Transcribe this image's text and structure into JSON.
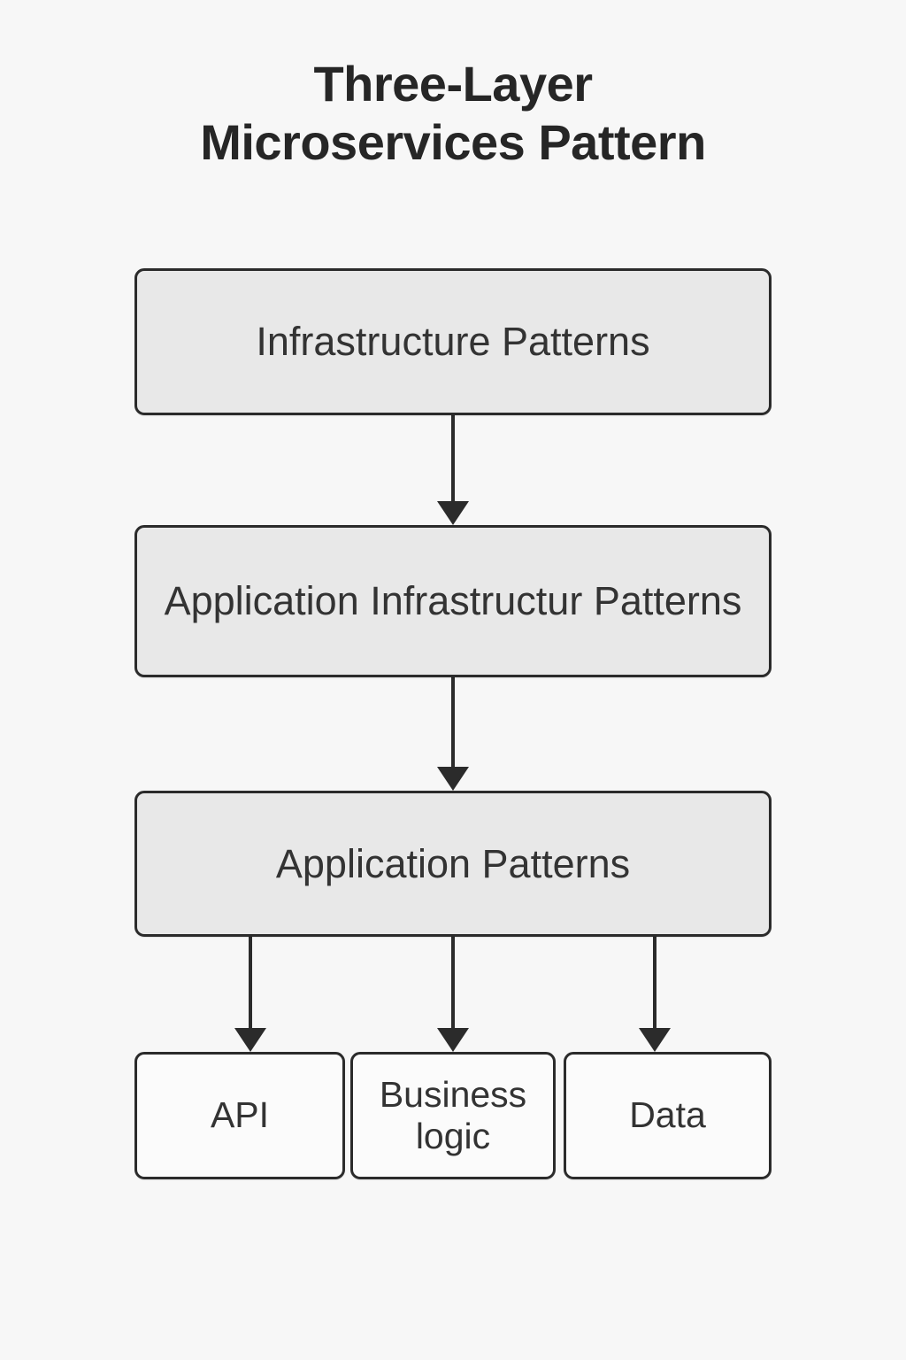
{
  "diagram": {
    "title": "Three-Layer\nMicroservices Pattern",
    "background_color": "#f7f7f7",
    "border_color": "#2b2b2b",
    "layer_fill_color": "#e8e8e8",
    "leaf_fill_color": "#fbfbfb",
    "text_color": "#333333",
    "title_color": "#262626",
    "type": "flowchart",
    "direction": "top-to-bottom",
    "layers": [
      {
        "id": "infrastructure-patterns",
        "label": "Infrastructure Patterns"
      },
      {
        "id": "application-infrastructure-patterns",
        "label": "Application Infrastructur Patterns"
      },
      {
        "id": "application-patterns",
        "label": "Application Patterns"
      }
    ],
    "leaves": [
      {
        "id": "api",
        "label": "API"
      },
      {
        "id": "business-logic",
        "label": "Business\nlogic"
      },
      {
        "id": "data",
        "label": "Data"
      }
    ],
    "edges": [
      {
        "from": "infrastructure-patterns",
        "to": "application-infrastructure-patterns"
      },
      {
        "from": "application-infrastructure-patterns",
        "to": "application-patterns"
      },
      {
        "from": "application-patterns",
        "to": "api"
      },
      {
        "from": "application-patterns",
        "to": "business-logic"
      },
      {
        "from": "application-patterns",
        "to": "data"
      }
    ]
  }
}
